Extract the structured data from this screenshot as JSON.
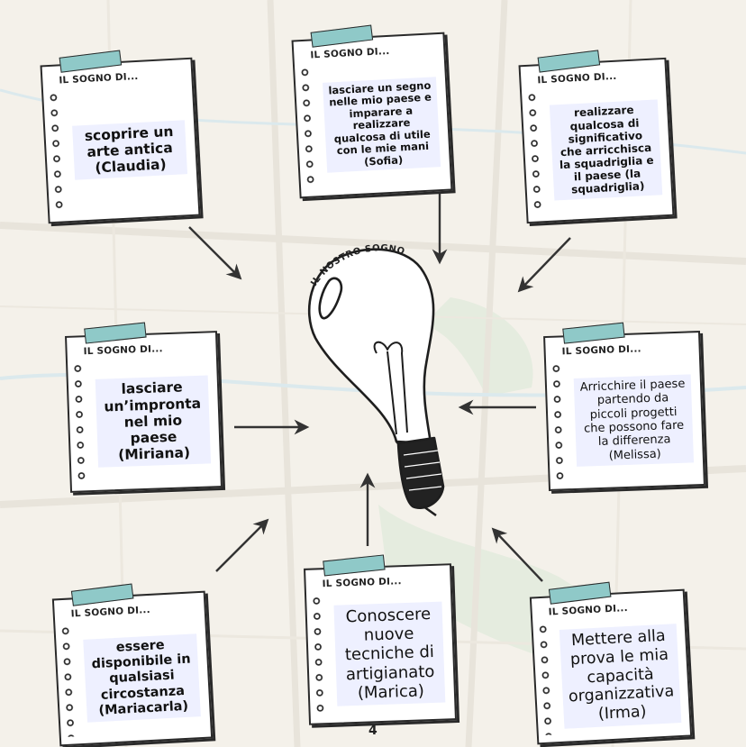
{
  "center": {
    "title": "IL NOSTRO SOGNO"
  },
  "note_label": "IL SOGNO DI...",
  "notes": [
    {
      "id": "claudia",
      "text": "scoprire un arte antica (Claudia)"
    },
    {
      "id": "sofia",
      "text": "lasciare un segno nelle mio paese e imparare a realizzare qualcosa di utile con le mie mani (Sofia)"
    },
    {
      "id": "squadriglia",
      "text": "realizzare qualcosa di significativo che arricchisca la squadriglia e il paese (la squadriglia)"
    },
    {
      "id": "miriana",
      "text": "lasciare un’impronta nel mio paese (Miriana)"
    },
    {
      "id": "melissa",
      "text": "Arricchire il paese partendo da piccoli progetti che possono fare la differenza (Melissa)"
    },
    {
      "id": "mariacarla",
      "text": "essere disponibile in qualsiasi circostanza (Mariacarla)"
    },
    {
      "id": "marica",
      "text": "Conoscere nuove tecniche di artigianato (Marica)"
    },
    {
      "id": "irma",
      "text": "Mettere alla prova le mia capacità organizzativa (Irma)"
    }
  ],
  "page_number": "4",
  "colors": {
    "tape": "#8fc9c8",
    "text_bg": "#eef0ff",
    "ink": "#2a2a2a",
    "paper": "#f4f1ea"
  }
}
